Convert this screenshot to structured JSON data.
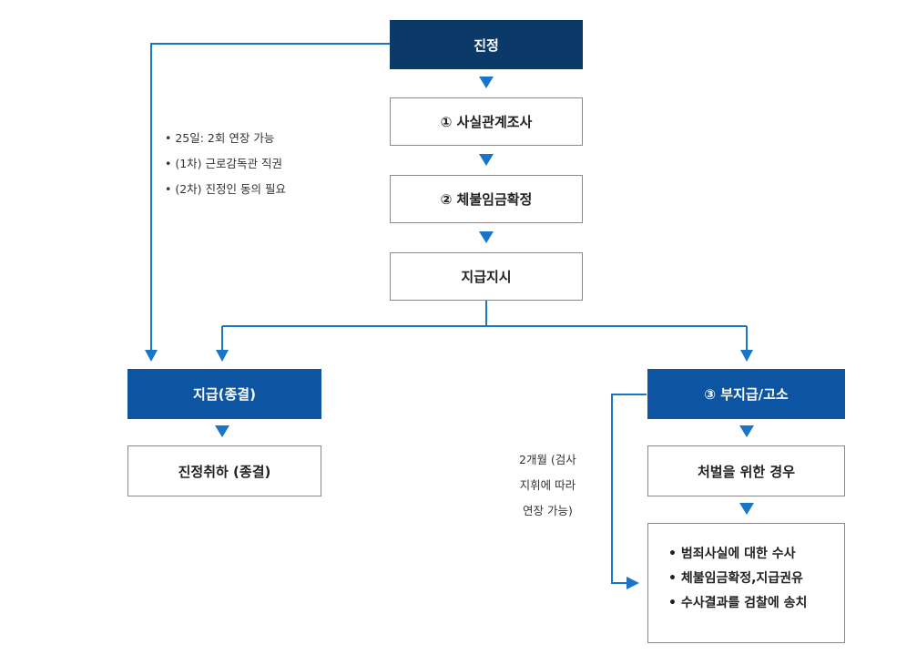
{
  "nodes": {
    "complaint": "진정",
    "fact_check": "① 사실관계조사",
    "wage_confirm": "② 체불임금확정",
    "payment_order": "지급지시",
    "paid": "지급(종결)",
    "withdrawal": "진정취하 (종결)",
    "nonpayment": "③ 부지급/고소",
    "punishment": "처벌을 위한 경우"
  },
  "investigation_note": {
    "items": [
      "• 25일: 2회 연장 가능",
      "• (1차) 근로감독관 직권",
      "• (2차) 진정인 동의 필요"
    ]
  },
  "extension_note": {
    "lines": [
      "2개월 (검사",
      "지휘에 따라",
      "연장 가능)"
    ]
  },
  "punishment_steps": {
    "items": [
      "• 범죄사실에 대한 수사",
      "• 체불임금확정,지급권유",
      "• 수사결과를 검찰에 송치"
    ]
  },
  "colors": {
    "dark_navy": "#0b3a68",
    "blue": "#0d55a3",
    "arrow_blue": "#1a74c8",
    "border_gray": "#8a8a8a"
  }
}
